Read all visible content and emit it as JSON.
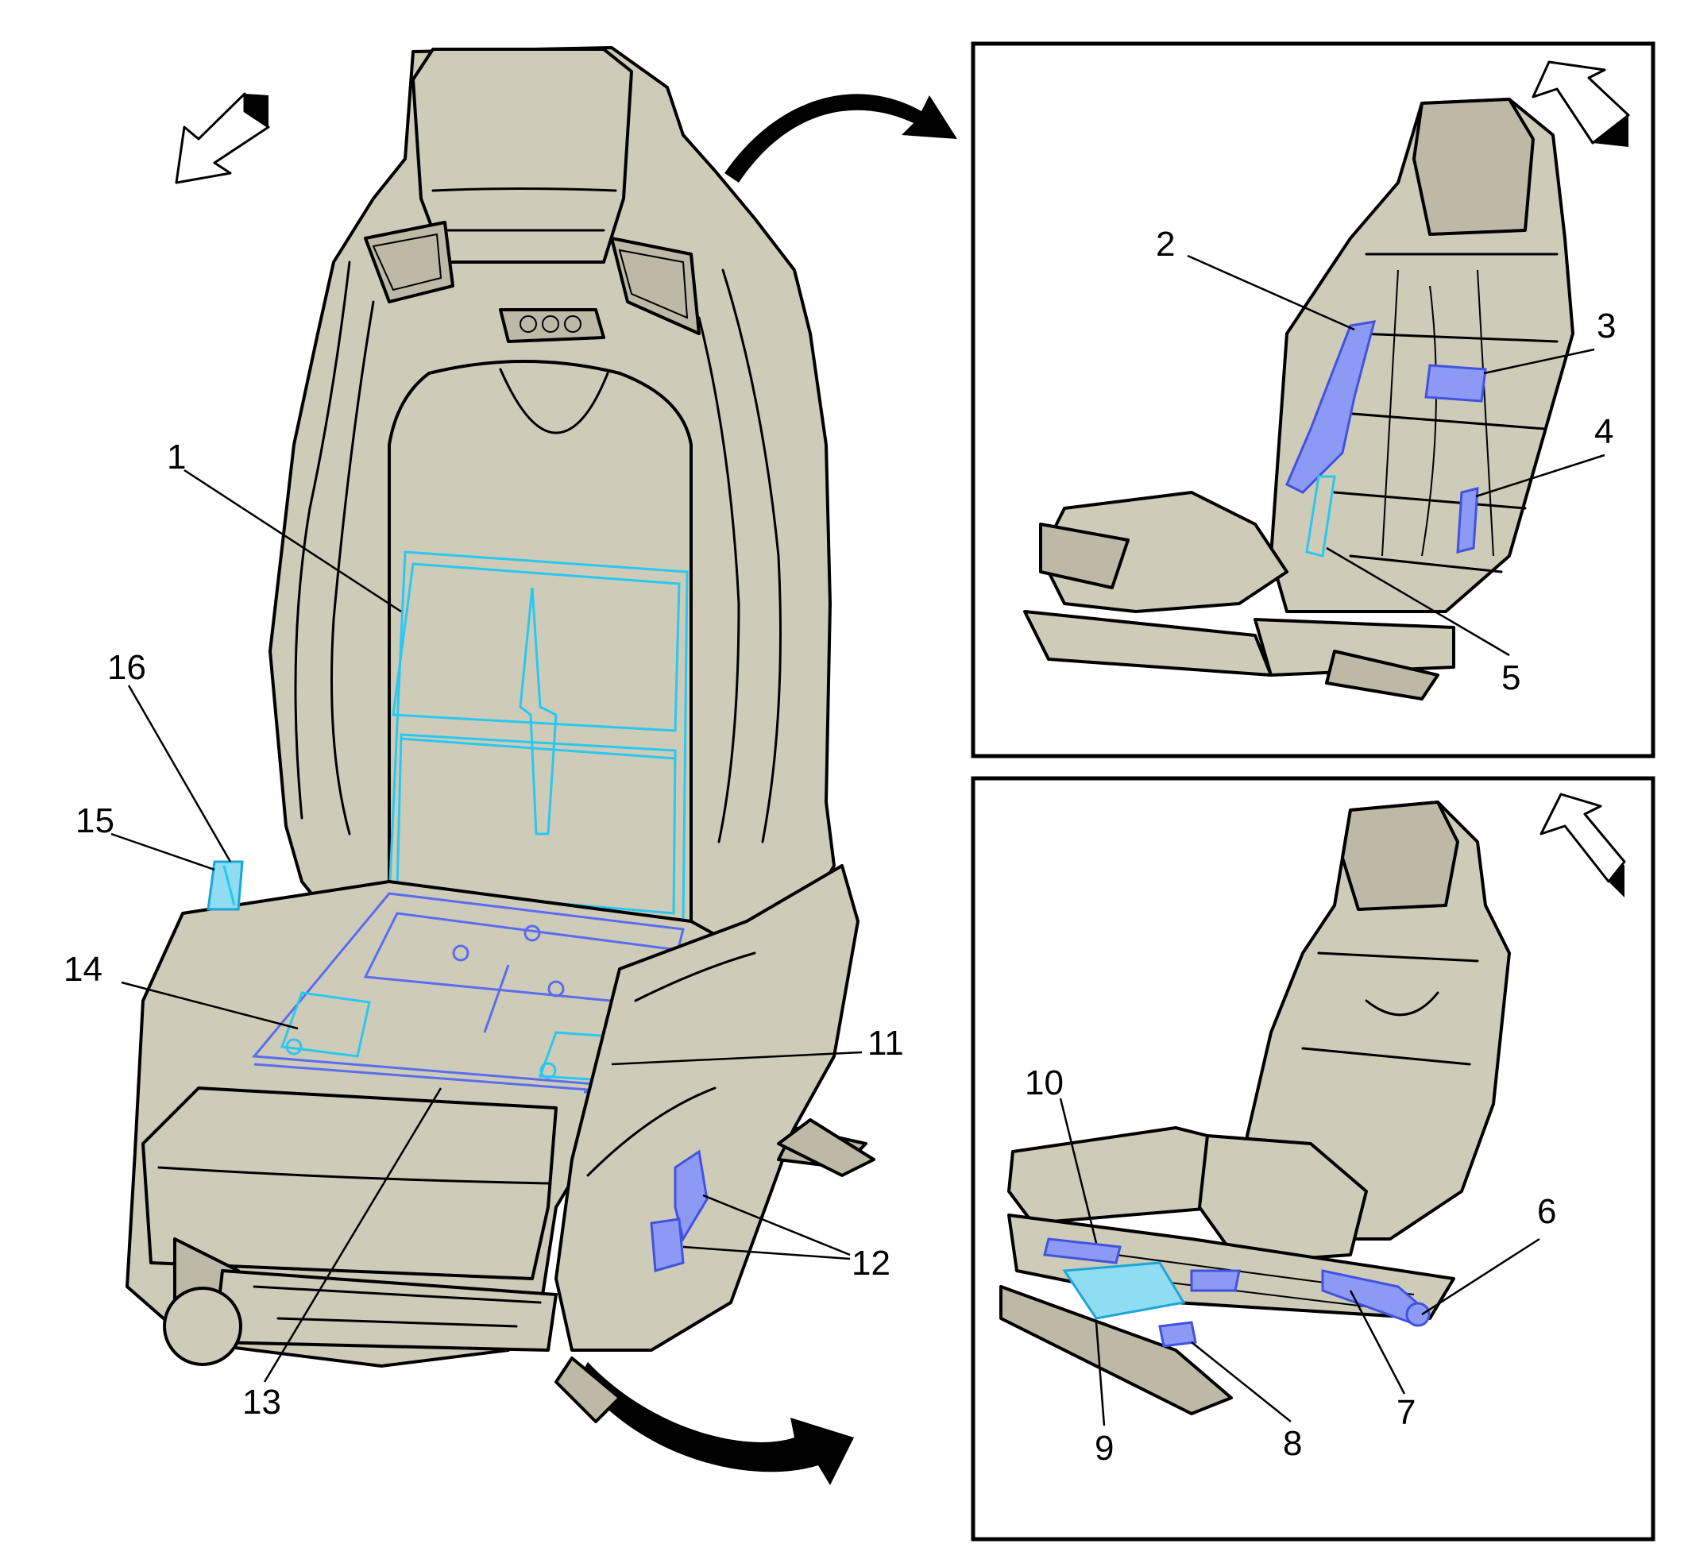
{
  "diagram": {
    "callouts": {
      "c1": "1",
      "c2": "2",
      "c3": "3",
      "c4": "4",
      "c5": "5",
      "c6": "6",
      "c7": "7",
      "c8": "8",
      "c9": "9",
      "c10": "10",
      "c11": "11",
      "c12": "12",
      "c13": "13",
      "c14": "14",
      "c15": "15",
      "c16": "16"
    },
    "colors": {
      "seat_fill": "#cfcbb9",
      "highlight_cyan": "#28c8f0",
      "highlight_blue": "#5a6cf0",
      "outline": "#000000",
      "background": "#ffffff"
    },
    "views": [
      "main-seat-front-view",
      "inset-seatback-rear-view",
      "inset-seat-base-view"
    ]
  }
}
